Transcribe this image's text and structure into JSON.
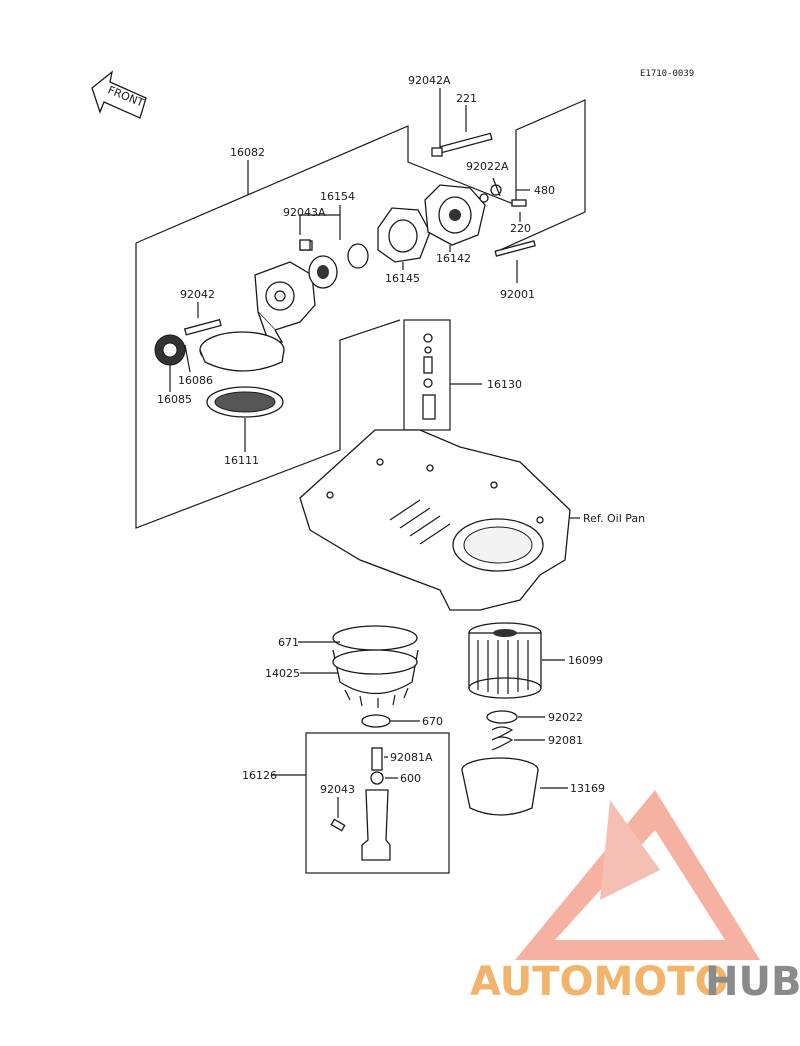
{
  "ref_code": "E1710-0039",
  "front_label": "FRONT",
  "labels": {
    "p92042A": "92042A",
    "p221": "221",
    "p16082": "16082",
    "p16154": "16154",
    "p92022A": "92022A",
    "p480": "480",
    "p92043A": "92043A",
    "p220": "220",
    "p16142": "16142",
    "p16145": "16145",
    "p92001": "92001",
    "p92042": "92042",
    "p16086": "16086",
    "p16085": "16085",
    "p16111": "16111",
    "p16130": "16130",
    "oil_pan": "Ref. Oil Pan",
    "p671": "671",
    "p14025": "14025",
    "p16099": "16099",
    "p670": "670",
    "p92022": "92022",
    "p92081": "92081",
    "p92081A": "92081A",
    "p600": "600",
    "p16126": "16126",
    "p92043": "92043",
    "p13169": "13169"
  },
  "watermark": {
    "part1": "AUTOMOTO",
    "part2": "HUB",
    "color_light": "#f5b9a3",
    "color_orange": "#f2b36b",
    "color_dark": "#8a8a8a"
  }
}
